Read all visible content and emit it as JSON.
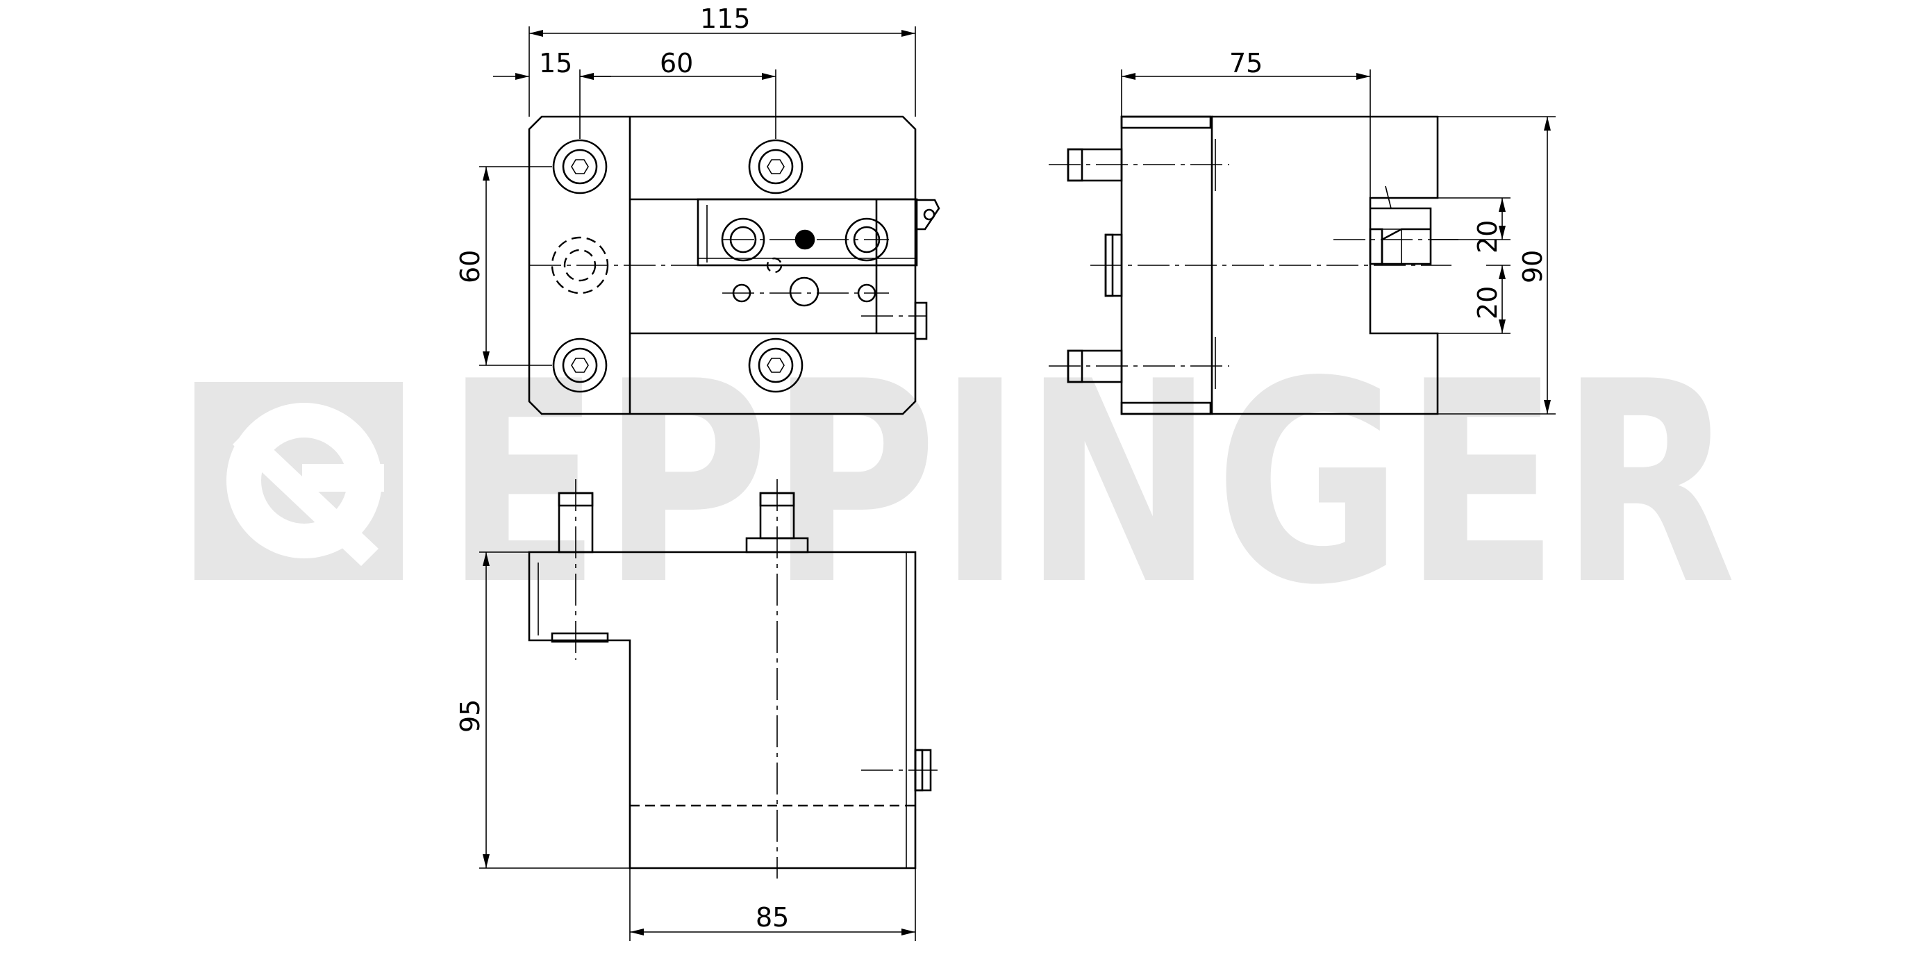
{
  "watermark": {
    "text": "EPPINGER",
    "color": "#e6e6e6"
  },
  "dimensions": {
    "overall_width": "115",
    "offset_left": "15",
    "bolt_spacing": "60",
    "side_depth": "75",
    "front_height_spacing": "60",
    "step_upper": "20",
    "step_lower": "20",
    "side_height": "90",
    "bottom_height": "95",
    "bottom_width": "85"
  },
  "icons": {
    "logo": "eppinger-logo-icon"
  }
}
